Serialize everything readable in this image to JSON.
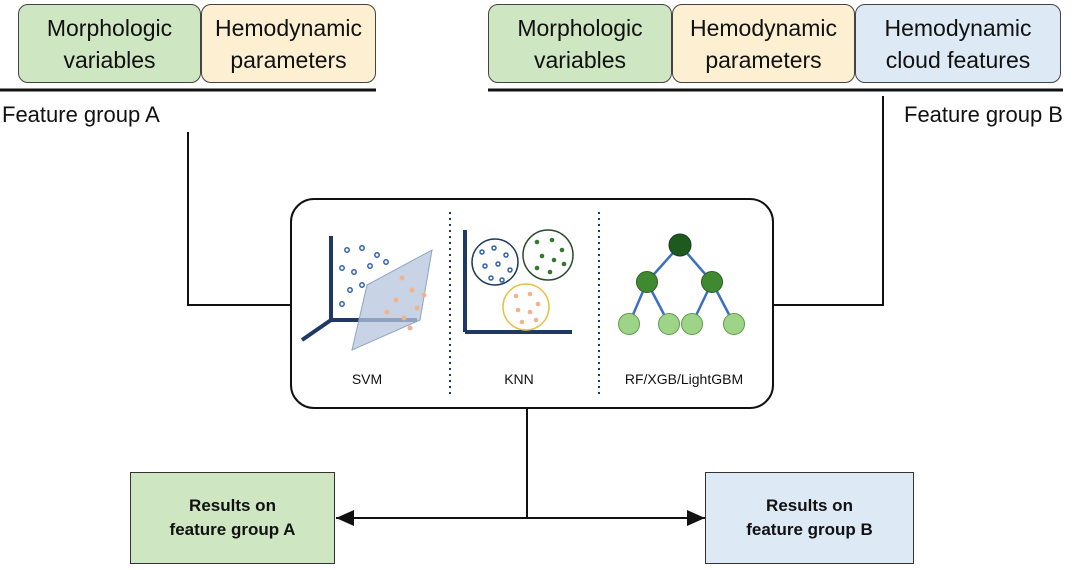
{
  "group_a": {
    "boxes": [
      "Morphologic\nvariables",
      "Hemodynamic\nparameters"
    ],
    "label": "Feature group A"
  },
  "group_b": {
    "boxes": [
      "Morphologic\nvariables",
      "Hemodynamic\nparameters",
      "Hemodynamic\ncloud features"
    ],
    "label": "Feature group B"
  },
  "models": {
    "svm": "SVM",
    "knn": "KNN",
    "trees": "RF/XGB/LightGBM"
  },
  "results": {
    "a": "Results on\nfeature group A",
    "b": "Results on\nfeature  group B"
  },
  "colors": {
    "morphologic": "#cfe6c2",
    "hemodynamic": "#fdf0d2",
    "cloud": "#dde9f5",
    "axis": "#1f3864",
    "tree_dark": "#1e5a1e",
    "tree_mid": "#3f8a30",
    "tree_light": "#9ed487",
    "edge": "#3a6fc4"
  }
}
